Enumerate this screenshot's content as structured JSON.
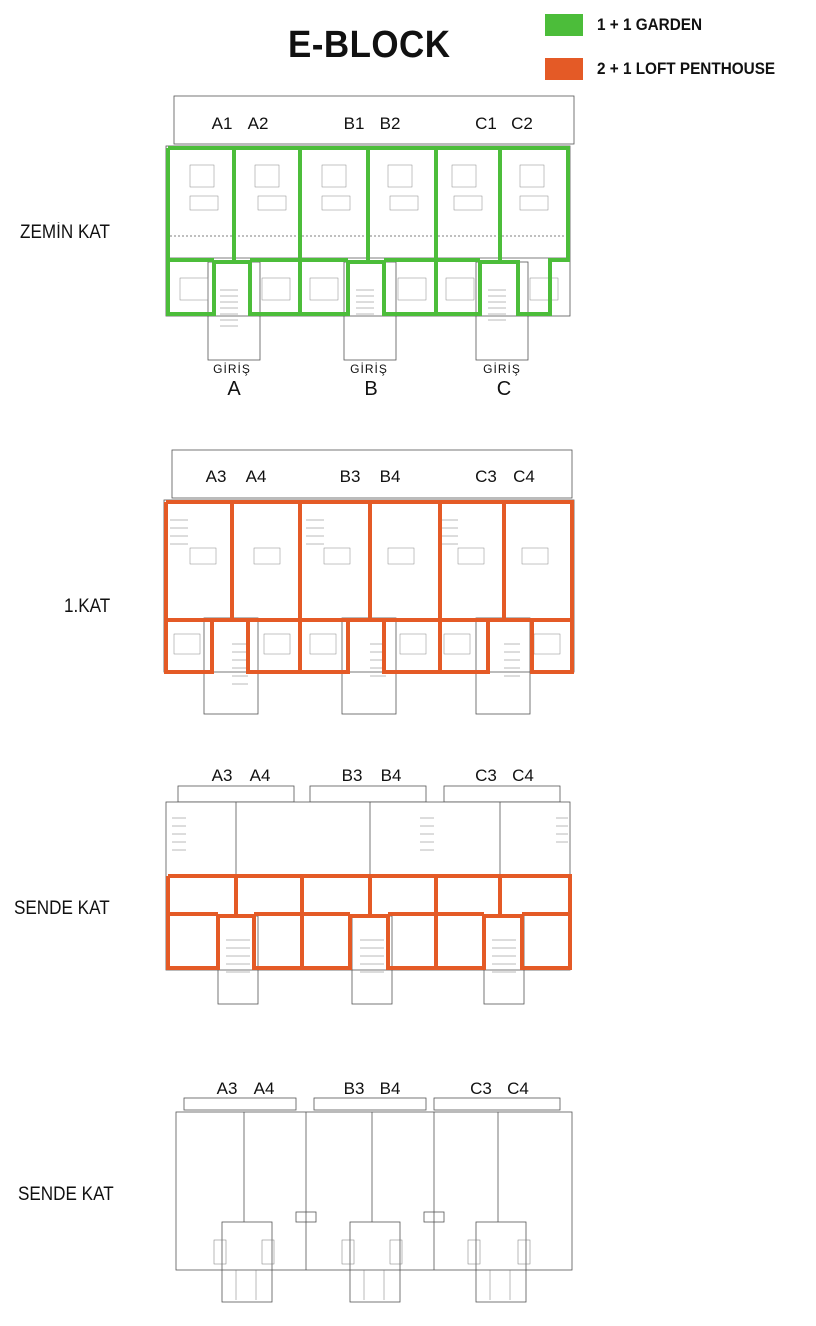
{
  "title": "E-BLOCK",
  "legend": [
    {
      "label": "1 + 1 GARDEN",
      "color": "#4CBD3A"
    },
    {
      "label": "2 + 1 LOFT PENTHOUSE",
      "color": "#E45A26"
    }
  ],
  "floors": [
    {
      "label": "ZEMİN KAT",
      "units": [
        "A1",
        "A2",
        "B1",
        "B2",
        "C1",
        "C2"
      ],
      "highlight": "#4CBD3A"
    },
    {
      "label": "1.KAT",
      "units": [
        "A3",
        "A4",
        "B3",
        "B4",
        "C3",
        "C4"
      ],
      "highlight": "#E45A26"
    },
    {
      "label": "SENDE KAT",
      "units": [
        "A3",
        "A4",
        "B3",
        "B4",
        "C3",
        "C4"
      ],
      "highlight": "#E45A26"
    },
    {
      "label": "SENDE KAT",
      "units": [
        "A3",
        "A4",
        "B3",
        "B4",
        "C3",
        "C4"
      ],
      "highlight": ""
    }
  ],
  "entrances": [
    {
      "label": "GİRİŞ",
      "letter": "A"
    },
    {
      "label": "GİRİŞ",
      "letter": "B"
    },
    {
      "label": "GİRİŞ",
      "letter": "C"
    }
  ]
}
